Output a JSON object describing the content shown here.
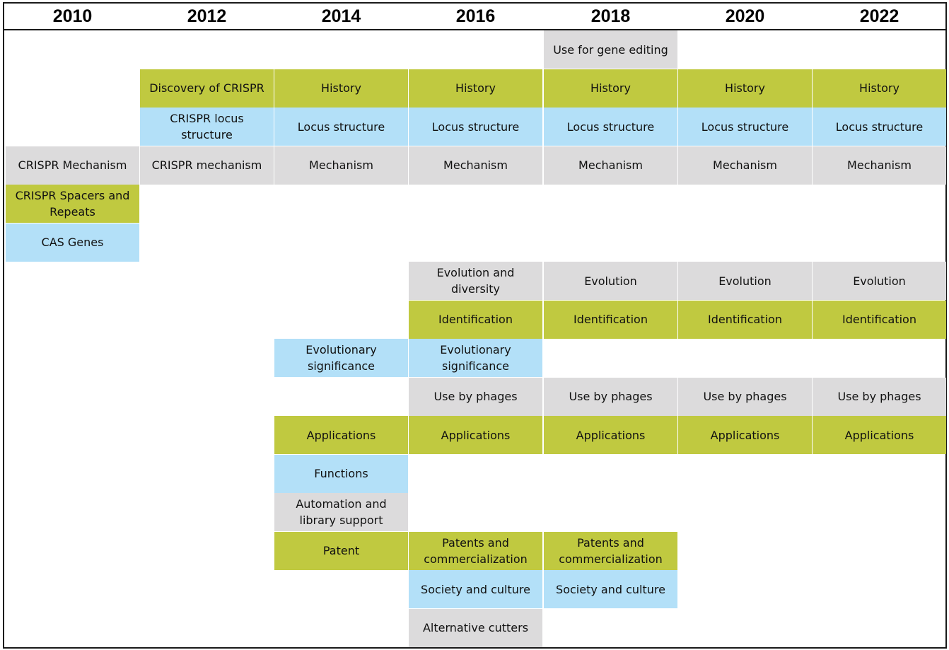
{
  "colors": {
    "green": "#c0c940",
    "blue": "#b3e0f8",
    "grey": "#dcdbdc",
    "border": "#1a1a1a"
  },
  "years": [
    "2010",
    "2012",
    "2014",
    "2016",
    "2018",
    "2020",
    "2022"
  ],
  "topics": [
    {
      "label": "Use for gene editing",
      "color": "grey",
      "col": 4,
      "row": 0
    },
    {
      "label": "Discovery of CRISPR",
      "color": "green",
      "col": 1,
      "row": 1
    },
    {
      "label": "History",
      "color": "green",
      "col": 2,
      "row": 1
    },
    {
      "label": "History",
      "color": "green",
      "col": 3,
      "row": 1
    },
    {
      "label": "History",
      "color": "green",
      "col": 4,
      "row": 1
    },
    {
      "label": "History",
      "color": "green",
      "col": 5,
      "row": 1
    },
    {
      "label": "History",
      "color": "green",
      "col": 6,
      "row": 1
    },
    {
      "label": "CRISPR locus structure",
      "color": "blue",
      "col": 1,
      "row": 2
    },
    {
      "label": "Locus structure",
      "color": "blue",
      "col": 2,
      "row": 2
    },
    {
      "label": "Locus structure",
      "color": "blue",
      "col": 3,
      "row": 2
    },
    {
      "label": "Locus structure",
      "color": "blue",
      "col": 4,
      "row": 2
    },
    {
      "label": "Locus structure",
      "color": "blue",
      "col": 5,
      "row": 2
    },
    {
      "label": "Locus structure",
      "color": "blue",
      "col": 6,
      "row": 2
    },
    {
      "label": "CRISPR Mechanism",
      "color": "grey",
      "col": 0,
      "row": 3
    },
    {
      "label": "CRISPR mechanism",
      "color": "grey",
      "col": 1,
      "row": 3
    },
    {
      "label": "Mechanism",
      "color": "grey",
      "col": 2,
      "row": 3
    },
    {
      "label": "Mechanism",
      "color": "grey",
      "col": 3,
      "row": 3
    },
    {
      "label": "Mechanism",
      "color": "grey",
      "col": 4,
      "row": 3
    },
    {
      "label": "Mechanism",
      "color": "grey",
      "col": 5,
      "row": 3
    },
    {
      "label": "Mechanism",
      "color": "grey",
      "col": 6,
      "row": 3
    },
    {
      "label": "CRISPR Spacers and Repeats",
      "color": "green",
      "col": 0,
      "row": 4
    },
    {
      "label": "CAS Genes",
      "color": "blue",
      "col": 0,
      "row": 5
    },
    {
      "label": "Evolution and diversity",
      "color": "grey",
      "col": 3,
      "row": 6
    },
    {
      "label": "Evolution",
      "color": "grey",
      "col": 4,
      "row": 6
    },
    {
      "label": "Evolution",
      "color": "grey",
      "col": 5,
      "row": 6
    },
    {
      "label": "Evolution",
      "color": "grey",
      "col": 6,
      "row": 6
    },
    {
      "label": "Identification",
      "color": "green",
      "col": 3,
      "row": 7
    },
    {
      "label": "Identification",
      "color": "green",
      "col": 4,
      "row": 7
    },
    {
      "label": "Identification",
      "color": "green",
      "col": 5,
      "row": 7
    },
    {
      "label": "Identification",
      "color": "green",
      "col": 6,
      "row": 7
    },
    {
      "label": "Evolutionary significance",
      "color": "blue",
      "col": 2,
      "row": 8
    },
    {
      "label": "Evolutionary significance",
      "color": "blue",
      "col": 3,
      "row": 8
    },
    {
      "label": "Use by phages",
      "color": "grey",
      "col": 3,
      "row": 9
    },
    {
      "label": "Use by phages",
      "color": "grey",
      "col": 4,
      "row": 9
    },
    {
      "label": "Use by phages",
      "color": "grey",
      "col": 5,
      "row": 9
    },
    {
      "label": "Use by phages",
      "color": "grey",
      "col": 6,
      "row": 9
    },
    {
      "label": "Applications",
      "color": "green",
      "col": 2,
      "row": 10
    },
    {
      "label": "Applications",
      "color": "green",
      "col": 3,
      "row": 10
    },
    {
      "label": "Applications",
      "color": "green",
      "col": 4,
      "row": 10
    },
    {
      "label": "Applications",
      "color": "green",
      "col": 5,
      "row": 10
    },
    {
      "label": "Applications",
      "color": "green",
      "col": 6,
      "row": 10
    },
    {
      "label": "Functions",
      "color": "blue",
      "col": 2,
      "row": 11
    },
    {
      "label": "Automation and library support",
      "color": "grey",
      "col": 2,
      "row": 12
    },
    {
      "label": "Patent",
      "color": "green",
      "col": 2,
      "row": 13
    },
    {
      "label": "Patents and commercialization",
      "color": "green",
      "col": 3,
      "row": 13
    },
    {
      "label": "Patents and commercialization",
      "color": "green",
      "col": 4,
      "row": 13
    },
    {
      "label": "Society and culture",
      "color": "blue",
      "col": 3,
      "row": 14
    },
    {
      "label": "Society and culture",
      "color": "blue",
      "col": 4,
      "row": 14
    },
    {
      "label": "Alternative cutters",
      "color": "grey",
      "col": 3,
      "row": 15
    }
  ]
}
